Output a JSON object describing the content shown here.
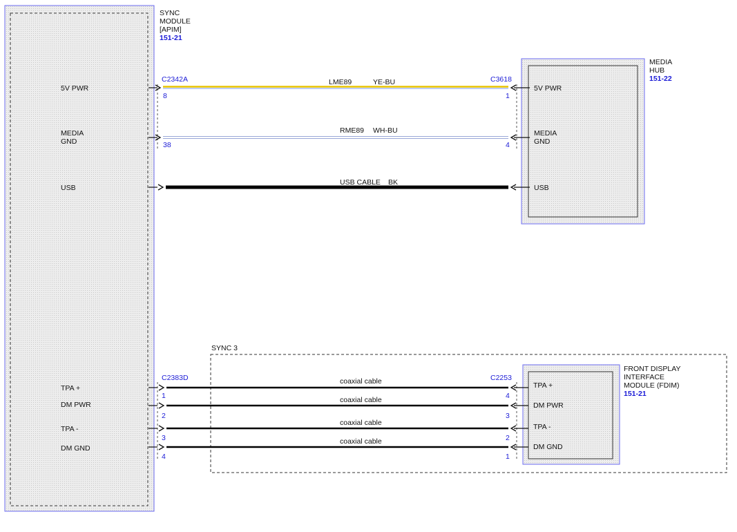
{
  "sync_module": {
    "name": [
      "SYNC",
      "MODULE",
      "[APIM]"
    ],
    "ref": "151-21",
    "pins": {
      "pwr": "5V PWR",
      "gnd": [
        "MEDIA",
        "GND"
      ],
      "usb": "USB",
      "tpa_pos": "TPA +",
      "dm_pwr": "DM PWR",
      "tpa_neg": "TPA -",
      "dm_gnd": "DM GND"
    }
  },
  "media_hub": {
    "name": [
      "MEDIA",
      "HUB"
    ],
    "ref": "151-22",
    "pins": {
      "pwr": "5V PWR",
      "gnd": [
        "MEDIA",
        "GND"
      ],
      "usb": "USB"
    }
  },
  "fdim": {
    "name": [
      "FRONT DISPLAY",
      "INTERFACE",
      "MODULE (FDIM)"
    ],
    "ref": "151-21",
    "pins": {
      "tpa_pos": "TPA +",
      "dm_pwr": "DM PWR",
      "tpa_neg": "TPA -",
      "dm_gnd": "DM GND"
    }
  },
  "sync3_label": "SYNC 3",
  "connectors": {
    "c2342a": "C2342A",
    "c3618": "C3618",
    "c2383d": "C2383D",
    "c2253": "C2253"
  },
  "wires": {
    "lme89": {
      "circuit": "LME89",
      "color": "YE-BU",
      "left_pin": "8",
      "right_pin": "1"
    },
    "rme89": {
      "circuit": "RME89",
      "color": "WH-BU",
      "left_pin": "38",
      "right_pin": "4"
    },
    "usb": {
      "circuit": "USB CABLE",
      "color": "BK"
    },
    "coax1": {
      "circuit": "coaxial cable",
      "left_pin": "1",
      "right_pin": "4"
    },
    "coax2": {
      "circuit": "coaxial cable",
      "left_pin": "2",
      "right_pin": "3"
    },
    "coax3": {
      "circuit": "coaxial cable",
      "left_pin": "3",
      "right_pin": "2"
    },
    "coax4": {
      "circuit": "coaxial cable",
      "left_pin": "4",
      "right_pin": "1"
    }
  },
  "colors": {
    "module_outline": "#6b6bf0",
    "wire_yellow": "#e8c400",
    "wire_blue": "#7b9be8",
    "label_blue": "#1a1ad6"
  }
}
